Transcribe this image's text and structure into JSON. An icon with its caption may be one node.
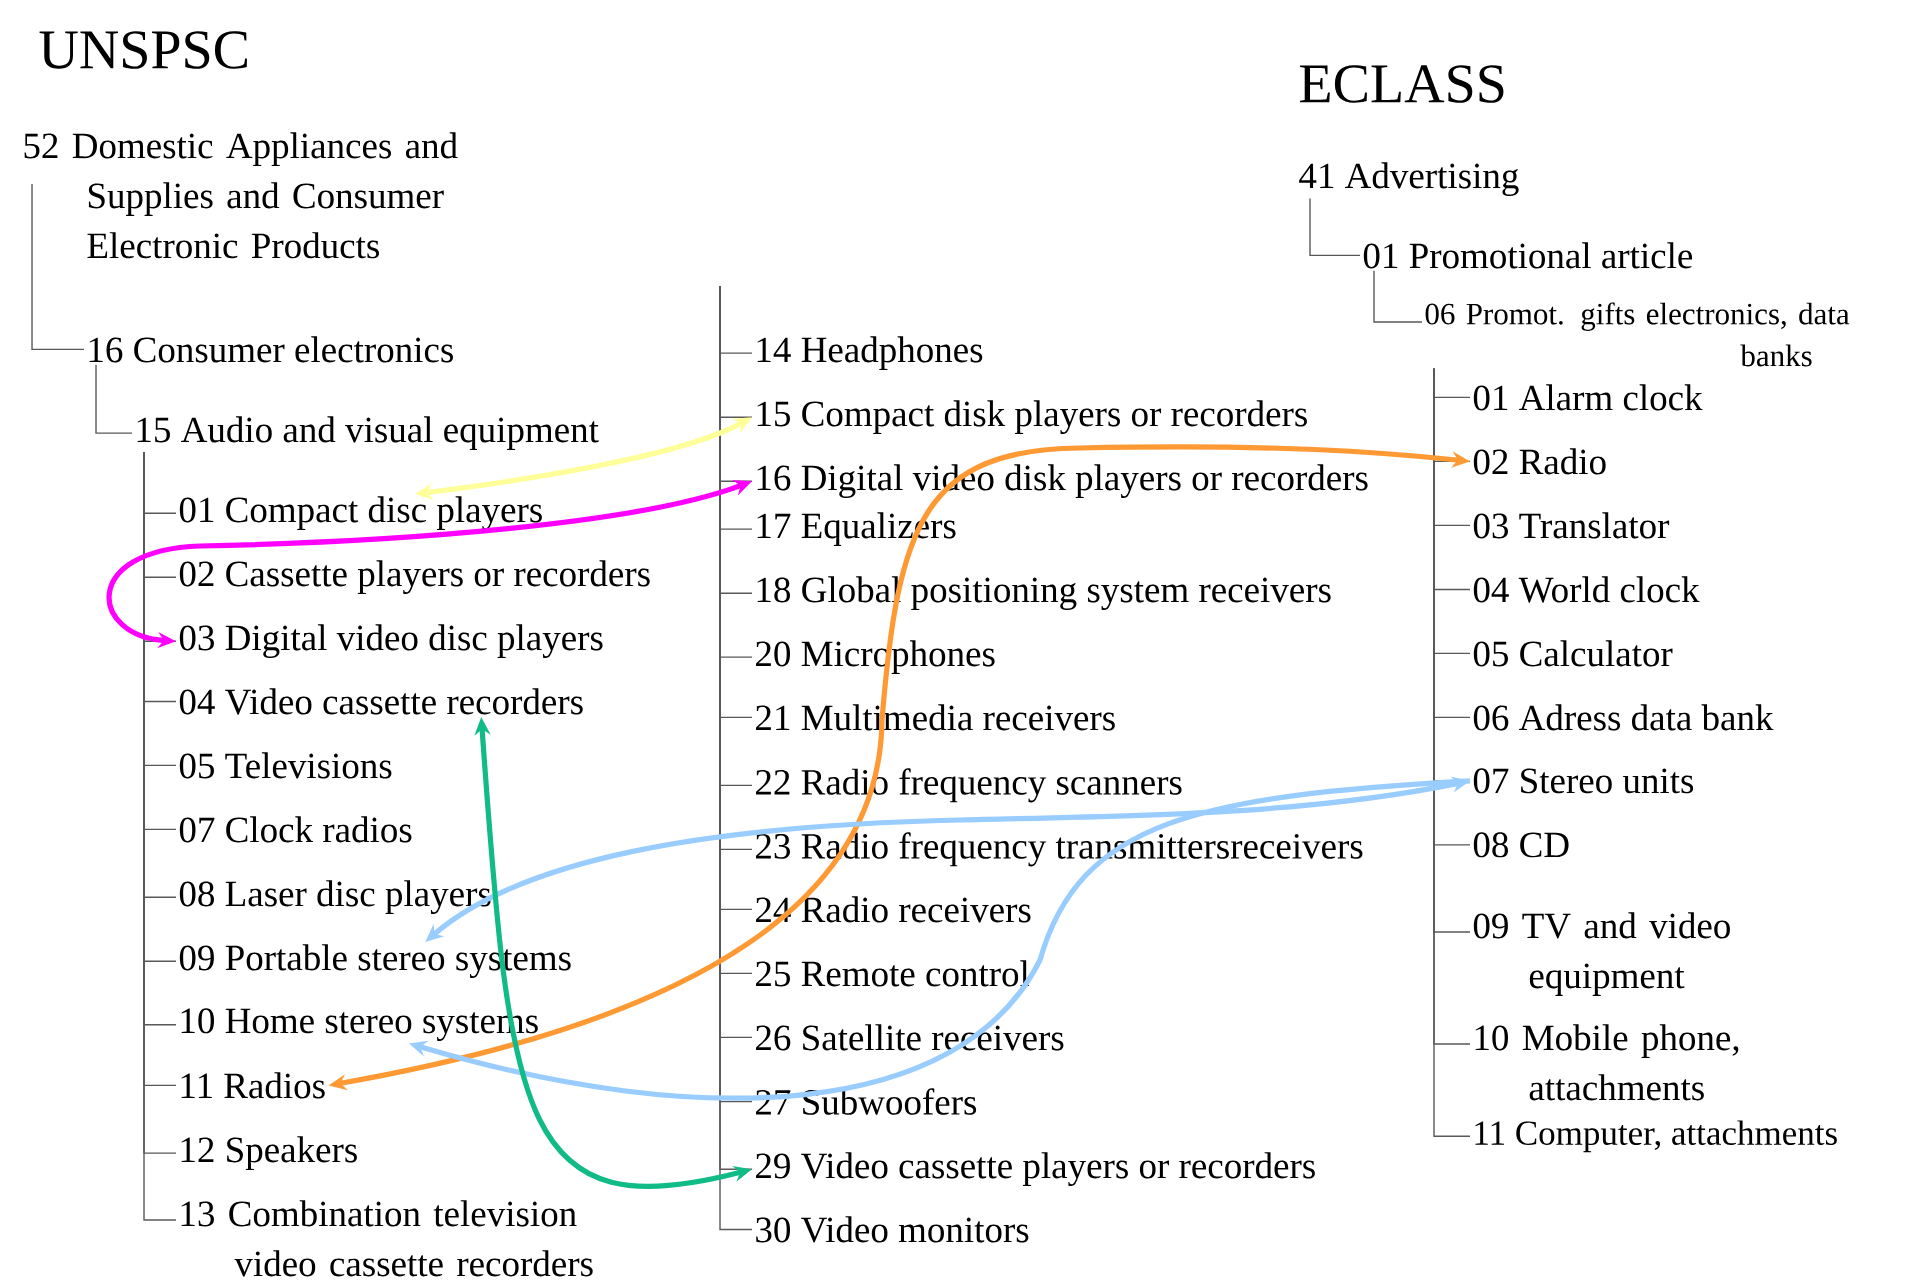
{
  "diagram": {
    "nodes": [
      {
        "text": [
          "52 Domestic Appliances and Supplies and Consumer Electronic Products"
        ]
      },
      {
        "text": [
          "16 Consumer electronics"
        ]
      },
      {
        "text": [
          "15 Audio and visual equipment"
        ]
      },
      {
        "text": [
          "01 Compact disc players"
        ]
      },
      {
        "text": [
          "02 Cassette players or recorders"
        ]
      },
      {
        "text": [
          "03 Digital video disc players"
        ]
      },
      {
        "text": [
          "04 Video cassette recorders"
        ]
      },
      {
        "text": [
          "05 Televisions"
        ]
      },
      {
        "text": [
          "07 Clock radios"
        ]
      },
      {
        "text": [
          "08 Laser disc players"
        ]
      },
      {
        "text": [
          "09 Portable stereo systems"
        ]
      },
      {
        "text": [
          "10 Home stereo systems"
        ]
      },
      {
        "text": [
          "11 Radios"
        ]
      },
      {
        "text": [
          "12 Speakers"
        ]
      },
      {
        "text": [
          "13 Combination television video cassette recorders"
        ]
      },
      {
        "text": [
          "14 Headphones"
        ]
      },
      {
        "text": [
          "15 Compact disk players or recorders"
        ]
      },
      {
        "text": [
          "16 Digital video disk players or recorders"
        ]
      },
      {
        "text": [
          "17 Equalizers"
        ]
      },
      {
        "text": [
          "18 Global positioning system receivers"
        ]
      },
      {
        "text": [
          "20 Microphones"
        ]
      },
      {
        "text": [
          "21 Multimedia receivers"
        ]
      },
      {
        "text": [
          "22 Radio frequency scanners"
        ]
      },
      {
        "text": [
          "23 Radio frequency transmittersreceivers"
        ]
      },
      {
        "text": [
          "24 Radio receivers"
        ]
      },
      {
        "text": [
          "25 Remote control"
        ]
      },
      {
        "text": [
          "26 Satellite receivers"
        ]
      },
      {
        "text": [
          "27 Subwoofers"
        ]
      },
      {
        "text": [
          "29 Video cassette players or recorders"
        ]
      },
      {
        "text": [
          "30 Video monitors"
        ]
      },
      {
        "text": [
          "41 Advertising"
        ]
      },
      {
        "text": [
          "01 Promotional article"
        ]
      },
      {
        "text": [
          "06 Promot. gifts electronics, data banks"
        ]
      },
      {
        "text": [
          "01 Alarm clock"
        ]
      },
      {
        "text": [
          "02 Radio"
        ]
      },
      {
        "text": [
          "03 Translator"
        ]
      },
      {
        "text": [
          "04 World clock"
        ]
      },
      {
        "text": [
          "05 Calculator"
        ]
      },
      {
        "text": [
          "06 Adress data bank"
        ]
      },
      {
        "text": [
          "07 Stereo units"
        ]
      },
      {
        "text": [
          "08 CD"
        ]
      },
      {
        "text": [
          "09 TV and video equipment"
        ]
      },
      {
        "text": [
          "10 Mobile phone, attachments"
        ]
      },
      {
        "text": [
          "11 Computer, attachments"
        ]
      }
    ],
    "edges": [
      {
        "from": 0,
        "to": 1,
        "arrow": "none"
      },
      {
        "from": 1,
        "to": 2,
        "arrow": "none"
      },
      {
        "from": 2,
        "to": 3,
        "arrow": "none"
      },
      {
        "from": 2,
        "to": 4,
        "arrow": "none"
      },
      {
        "from": 2,
        "to": 5,
        "arrow": "none"
      },
      {
        "from": 2,
        "to": 6,
        "arrow": "none"
      },
      {
        "from": 2,
        "to": 7,
        "arrow": "none"
      },
      {
        "from": 2,
        "to": 8,
        "arrow": "none"
      },
      {
        "from": 2,
        "to": 9,
        "arrow": "none"
      },
      {
        "from": 2,
        "to": 10,
        "arrow": "none"
      },
      {
        "from": 2,
        "to": 11,
        "arrow": "none"
      },
      {
        "from": 2,
        "to": 12,
        "arrow": "none"
      },
      {
        "from": 2,
        "to": 13,
        "arrow": "none"
      },
      {
        "from": 2,
        "to": 14,
        "arrow": "none"
      },
      {
        "from": null,
        "to": 15,
        "arrow": "none"
      },
      {
        "from": null,
        "to": 16,
        "arrow": "none"
      },
      {
        "from": null,
        "to": 17,
        "arrow": "none"
      },
      {
        "from": null,
        "to": 18,
        "arrow": "none"
      },
      {
        "from": null,
        "to": 19,
        "arrow": "none"
      },
      {
        "from": null,
        "to": 20,
        "arrow": "none"
      },
      {
        "from": null,
        "to": 21,
        "arrow": "none"
      },
      {
        "from": null,
        "to": 22,
        "arrow": "none"
      },
      {
        "from": null,
        "to": 23,
        "arrow": "none"
      },
      {
        "from": null,
        "to": 24,
        "arrow": "none"
      },
      {
        "from": null,
        "to": 25,
        "arrow": "none"
      },
      {
        "from": null,
        "to": 26,
        "arrow": "none"
      },
      {
        "from": null,
        "to": 27,
        "arrow": "none"
      },
      {
        "from": null,
        "to": 28,
        "arrow": "none"
      },
      {
        "from": null,
        "to": 29,
        "arrow": "none"
      },
      {
        "from": 30,
        "to": 31,
        "arrow": "none"
      },
      {
        "from": 31,
        "to": 32,
        "arrow": "none"
      },
      {
        "from": 32,
        "to": 33,
        "arrow": "none"
      },
      {
        "from": 32,
        "to": 34,
        "arrow": "none"
      },
      {
        "from": 32,
        "to": 35,
        "arrow": "none"
      },
      {
        "from": 32,
        "to": 36,
        "arrow": "none"
      },
      {
        "from": 32,
        "to": 37,
        "arrow": "none"
      },
      {
        "from": 32,
        "to": 38,
        "arrow": "none"
      },
      {
        "from": 32,
        "to": 39,
        "arrow": "none"
      },
      {
        "from": 32,
        "to": 40,
        "arrow": "none"
      },
      {
        "from": 32,
        "to": 41,
        "arrow": "none"
      },
      {
        "from": 32,
        "to": 42,
        "arrow": "none"
      },
      {
        "from": 32,
        "to": 43,
        "arrow": "none"
      },
      {
        "from": 3,
        "to": 16,
        "arrow": "both",
        "style": "thick",
        "color": "#ffff99"
      },
      {
        "from": 5,
        "to": 17,
        "arrow": "both",
        "style": "thick",
        "color": "#ff00ff"
      },
      {
        "from": 12,
        "to": 34,
        "arrow": "both",
        "style": "thick",
        "color": "#ff9933"
      },
      {
        "from": 10,
        "to": 39,
        "arrow": "both",
        "style": "thick",
        "color": "#99ccff"
      },
      {
        "from": 39,
        "to": 11,
        "arrow": "to",
        "style": "thick",
        "color": "#99ccff"
      },
      {
        "from": 6,
        "to": 28,
        "arrow": "both",
        "style": "thick",
        "color": "#11bb88"
      }
    ],
    "labels": [
      "UNSPSC",
      "ECLASS"
    ]
  }
}
